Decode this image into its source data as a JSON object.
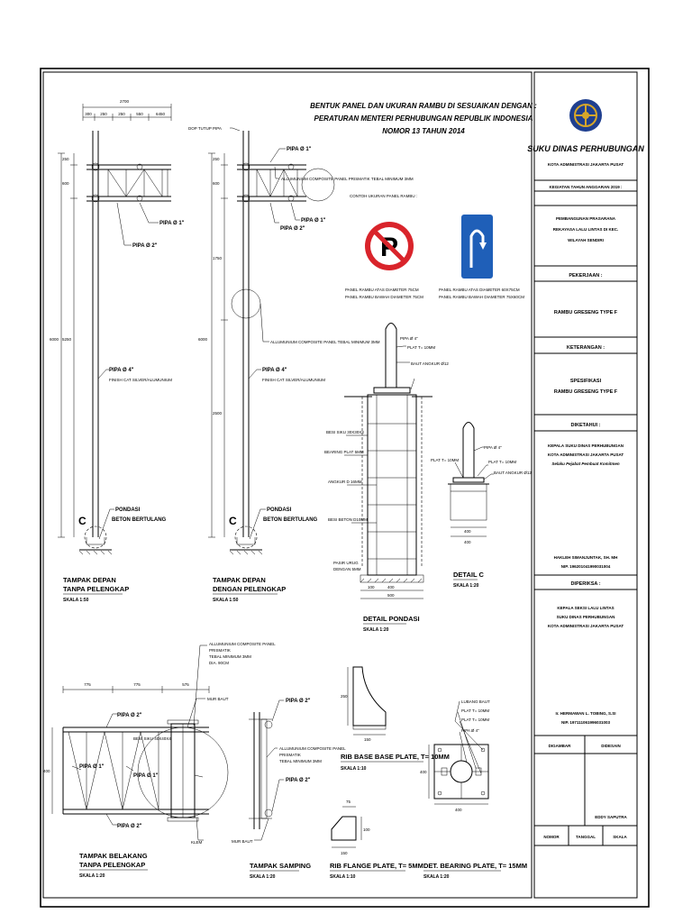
{
  "heading": {
    "line1": "BENTUK PANEL DAN UKURAN RAMBU DI SESUAIKAN DENGAN :",
    "line2": "PERATURAN MENTERI PERHUBUNGAN REPUBLIK INDONESIA",
    "line3": "NOMOR 13 TAHUN 2014"
  },
  "sign_examples": {
    "title": "CONTOH UKURAN PANEL RAMBU :",
    "no_parking_letter": "P",
    "no_parking_note1": "PANEL RAMBU ATAS DIAMETER 75CM",
    "no_parking_note2": "PANEL RAMBU BAWAH DIAMETER 75CM",
    "uturn_note1": "PANEL RAMBU ATAS DIAMETER 60X75CM",
    "uturn_note2": "PANEL RAMBU BAWAH DIAMETER 75X60CM"
  },
  "front_view": {
    "dims_top": [
      "2700",
      "300",
      "250",
      "250",
      "550",
      "6450"
    ],
    "dims_side": [
      "6000",
      "5250",
      "250",
      "600"
    ],
    "pipa_1": "PIPA Ø 1\"",
    "pipa_2": "PIPA Ø 2\"",
    "pipa_4": "PIPA Ø 4\"",
    "finish": "FINISH CAT SILVER/ALUMUNIUM",
    "pondasi": "PONDASI",
    "beton": "BETON BERTULANG",
    "marker": "C",
    "caption1": "TAMPAK DEPAN",
    "caption2": "TANPA PELENGKAP",
    "scale": "SKALA 1:50"
  },
  "front_view_full": {
    "dop": "DOP TUTUP PIPA",
    "pipa_1": "PIPA Ø 1\"",
    "pipa_2": "PIPA Ø 2\"",
    "pipa_4": "PIPA Ø 4\"",
    "finish": "FINISH CAT SILVER/ALUMUNIUM",
    "acp1": "ALLUMUNIUM COMPOSITE PANEL PRISMATIK TEBAL MINIMUM 3MM",
    "acp2": "ALLUMUNIUM COMPOSITE PANEL TEBAL MINIMUM 3MM",
    "dims_side": [
      "6000",
      "1750",
      "2500",
      "250",
      "600"
    ],
    "pondasi": "PONDASI",
    "beton": "BETON BERTULANG",
    "marker": "C",
    "caption1": "TAMPAK DEPAN",
    "caption2": "DENGAN PELENGKAP",
    "scale": "SKALA 1:50"
  },
  "foundation": {
    "pipa": "PIPA Ø 4\"",
    "plat": "PLAT T= 10MM",
    "baut": "BAUT ANGKUR Ø12",
    "besi_siku": "BESI SIKU 30X30X3",
    "bearing": "BEARING PLAT 5MM",
    "angkur": "ANGKUR D 16MM",
    "besi_beton": "BESI BETON D10MM",
    "pasir": "PASIR URUG",
    "dengan": "DENGAN 5MM",
    "dims": [
      "100",
      "400",
      "500"
    ],
    "caption": "DETAIL PONDASI",
    "scale": "SKALA 1:20"
  },
  "detail_c": {
    "pipa": "PIPA Ø 4\"",
    "plat1": "PLAT T= 10MM",
    "plat2": "PLAT T= 10MM",
    "baut": "BAUT ANGKUR Ø12",
    "dims": [
      "400",
      "400"
    ],
    "caption": "DETAIL C",
    "scale": "SKALA 1:20"
  },
  "rear_view": {
    "dims_top": [
      "775",
      "775",
      "575"
    ],
    "pipa_2a": "PIPA Ø 2\"",
    "pipa_2b": "PIPA Ø 2\"",
    "pipa_1a": "PIPA Ø 1\"",
    "pipa_1b": "PIPA Ø 1\"",
    "besi_siku": "BESI SIKU 40X40X4",
    "acp1": "ALLUMUNIUM COMPOSITE PANEL",
    "acp2": "PRISMATIK",
    "acp3": "TEBAL MINIMUM 3MM",
    "acp4": "DIA. 90CM",
    "mur": "MUR BAUT",
    "klem": "KLEM",
    "side_dim": "400",
    "caption1": "TAMPAK BELAKANG",
    "caption2": "TANPA PELENGKAP",
    "scale": "SKALA 1:20"
  },
  "side_view": {
    "pipa_2a": "PIPA Ø 2\"",
    "pipa_2b": "PIPA Ø 2\"",
    "acp1": "ALLUMUNIUM COMPOSITE PANEL",
    "acp2": "PRISMATIK",
    "acp3": "TEBAL MINIMUM 3MM",
    "mur": "MUR BAUT",
    "caption": "TAMPAK SAMPING",
    "scale": "SKALA 1:20"
  },
  "rib_base": {
    "dim_v": "250",
    "dim_h": "150",
    "caption": "RIB BASE BASE PLATE, T= 10MM",
    "scale": "SKALA 1:10"
  },
  "rib_flange": {
    "dim_top": "75",
    "dim_v": "100",
    "dim_h": "150",
    "caption": "RIB FLANGE PLATE, T= 5MM",
    "scale": "SKALA 1:10"
  },
  "bearing_plate": {
    "lubang": "LUBANG BAUT",
    "plat1": "PLAT T= 10MM",
    "plat2": "PLAT T= 10MM",
    "pipa": "PIPA Ø 4\"",
    "dims": [
      "400",
      "400"
    ],
    "caption": "DET. BEARING PLATE, T= 15MM",
    "scale": "SKALA 1:20"
  },
  "title_block": {
    "agency": "SUKU DINAS PERHUBUNGAN",
    "region": "KOTA ADMINISTRASI JAKARTA PUSAT",
    "activity_label": "KEGIATAN TAHUN ANGGARAN 2019 :",
    "activity_1": "PEMBANGUNAN PRASARANA",
    "activity_2": "REKAYASA LALU LINTAS DI KEC.",
    "activity_3": "WILAYAH SENDIRI",
    "job_label": "PEKERJAAN :",
    "job": "RAMBU GRESENG TYPE F",
    "note_label": "KETERANGAN :",
    "note_1": "SPESIFIKASI",
    "note_2": "RAMBU GRESENG TYPE F",
    "known_label": "DIKETAHUI :",
    "known_1": "KEPALA SUKU DINAS PERHUBUNGAN",
    "known_2": "KOTA ADMINISTRASI JAKARTA PUSAT",
    "known_3": "Selaku Pejabat Pembuat Komitmen",
    "known_name": "HAKLEH SIMANJUNTAK, SH. MH",
    "known_nip": "NIP. 196201041990031004",
    "checked_label": "DIPERIKSA :",
    "checked_1": "KEPALA SEKSI LALU LINTAS",
    "checked_2": "SUKU DINAS PERHUBUNGAN",
    "checked_3": "KOTA ADMINISTRASI JAKARTA PUSAT",
    "checked_name": "Ir. HERMAWAN L. TOBING, S.SI",
    "checked_nip": "NIP. 197111061996031003",
    "drawn_label": "DIGAMBAR",
    "designed_label": "DIDESAIN",
    "designer": "EDDY SAPUTRA",
    "col_no": "NOMOR",
    "col_date": "TANGGAL",
    "col_scale": "SKALA"
  },
  "colors": {
    "ink": "#000000",
    "sign_red": "#d9242b",
    "sign_blue": "#1f5fb8",
    "logo_blue": "#1f3f8f",
    "logo_gold": "#d6a62a"
  }
}
